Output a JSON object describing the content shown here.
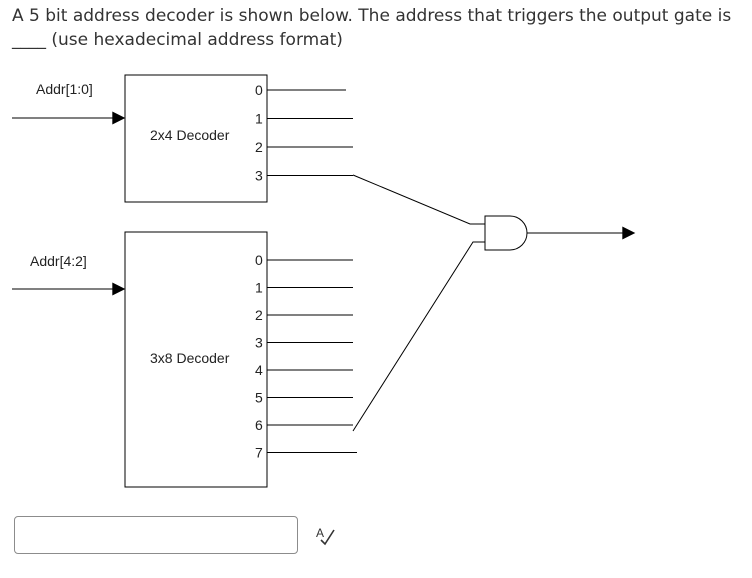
{
  "question": {
    "line1": "A 5 bit address decoder is shown below. The address that triggers the output gate is",
    "line2": "____ (use hexadecimal address format)"
  },
  "diagram": {
    "decoder_top": {
      "label": "2x4 Decoder",
      "input_label": "Addr[1:0]",
      "outputs": [
        "0",
        "1",
        "2",
        "3"
      ],
      "selected_output": "3"
    },
    "decoder_bottom": {
      "label": "3x8 Decoder",
      "input_label": "Addr[4:2]",
      "outputs": [
        "0",
        "1",
        "2",
        "3",
        "4",
        "5",
        "6",
        "7"
      ],
      "selected_output": "6"
    },
    "gate": "and-gate"
  },
  "answer": {
    "value": "",
    "placeholder": ""
  },
  "icons": {
    "spellcheck": "spell-check-icon"
  }
}
